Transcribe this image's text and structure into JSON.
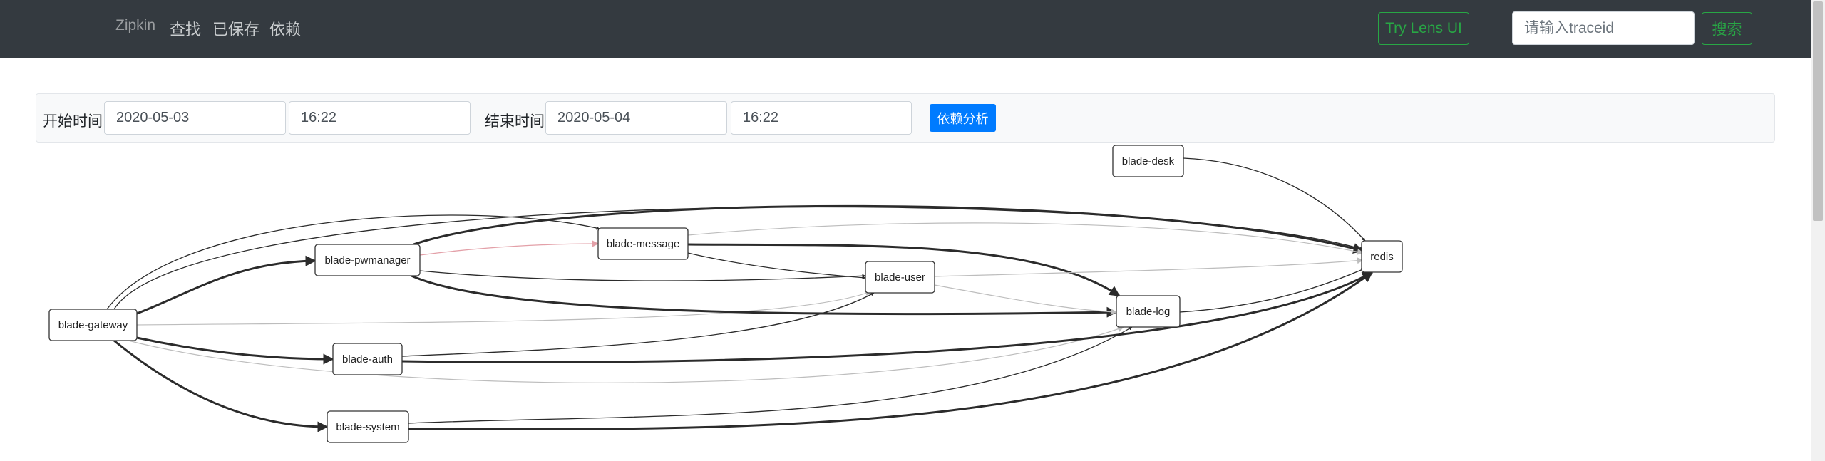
{
  "navbar": {
    "brand": "Zipkin",
    "links": [
      "查找",
      "已保存",
      "依赖"
    ],
    "lens_button": "Try Lens UI",
    "search_placeholder": "请输入traceid",
    "search_button": "搜索"
  },
  "filter": {
    "start_label": "开始时间",
    "start_date": "2020-05-03",
    "start_time": "16:22",
    "end_label": "结束时间",
    "end_date": "2020-05-04",
    "end_time": "16:22",
    "analyze_button": "依赖分析"
  },
  "graph": {
    "nodes": [
      "blade-desk",
      "blade-message",
      "blade-pwmanager",
      "redis",
      "blade-user",
      "blade-log",
      "blade-gateway",
      "blade-auth",
      "blade-system"
    ],
    "edges": [
      {
        "from": "blade-gateway",
        "to": "blade-pwmanager",
        "weight": "heavy"
      },
      {
        "from": "blade-gateway",
        "to": "blade-message",
        "weight": "normal"
      },
      {
        "from": "blade-gateway",
        "to": "redis",
        "weight": "normal"
      },
      {
        "from": "blade-gateway",
        "to": "blade-auth",
        "weight": "heavy"
      },
      {
        "from": "blade-gateway",
        "to": "blade-system",
        "weight": "heavy"
      },
      {
        "from": "blade-gateway",
        "to": "blade-user",
        "weight": "light"
      },
      {
        "from": "blade-gateway",
        "to": "blade-log",
        "weight": "light"
      },
      {
        "from": "blade-pwmanager",
        "to": "blade-message",
        "weight": "error"
      },
      {
        "from": "blade-pwmanager",
        "to": "blade-user",
        "weight": "normal"
      },
      {
        "from": "blade-pwmanager",
        "to": "blade-log",
        "weight": "heavy"
      },
      {
        "from": "blade-pwmanager",
        "to": "redis",
        "weight": "heavy"
      },
      {
        "from": "blade-message",
        "to": "blade-user",
        "weight": "normal"
      },
      {
        "from": "blade-message",
        "to": "blade-log",
        "weight": "heavy"
      },
      {
        "from": "blade-message",
        "to": "redis",
        "weight": "light"
      },
      {
        "from": "blade-user",
        "to": "redis",
        "weight": "light"
      },
      {
        "from": "blade-user",
        "to": "blade-log",
        "weight": "light"
      },
      {
        "from": "blade-log",
        "to": "redis",
        "weight": "normal"
      },
      {
        "from": "blade-desk",
        "to": "redis",
        "weight": "normal"
      },
      {
        "from": "blade-auth",
        "to": "blade-user",
        "weight": "normal"
      },
      {
        "from": "blade-auth",
        "to": "redis",
        "weight": "heavy"
      },
      {
        "from": "blade-system",
        "to": "blade-log",
        "weight": "normal"
      },
      {
        "from": "blade-system",
        "to": "redis",
        "weight": "heavy"
      }
    ]
  },
  "colors": {
    "navbar_bg": "#343a40",
    "accent_green": "#28a745",
    "primary_blue": "#007bff",
    "edge_heavy": "#2b2b2b",
    "edge_light": "#bdbdbd",
    "edge_error": "#e3a0a8"
  }
}
